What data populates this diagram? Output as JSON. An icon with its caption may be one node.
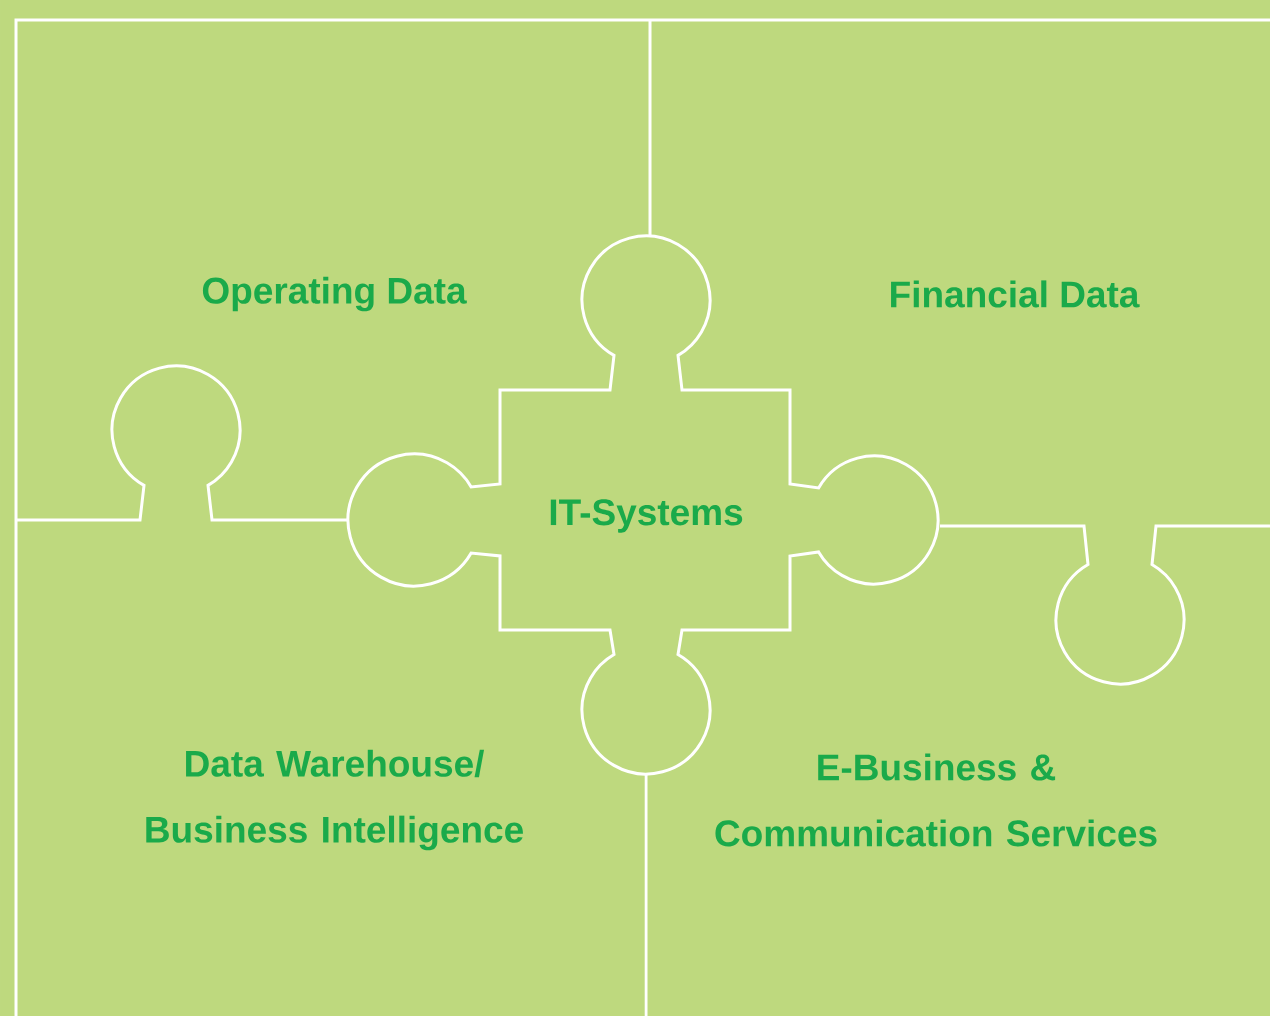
{
  "diagram": {
    "nodes": [
      {
        "text": [
          "Operating Data"
        ]
      },
      {
        "text": [
          "Financial Data"
        ]
      },
      {
        "text": [
          "IT-Systems"
        ]
      },
      {
        "text": [
          "Data Warehouse/ Business Intelligence"
        ]
      },
      {
        "text": [
          "E-Business & Communication Services"
        ]
      }
    ]
  }
}
